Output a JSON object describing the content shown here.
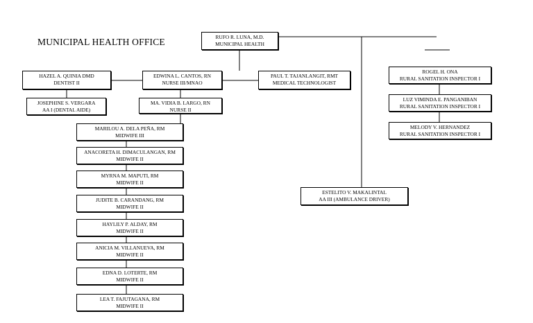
{
  "title": "MUNICIPAL HEALTH OFFICE",
  "nodes": {
    "head": {
      "name": "RUFO R. LUNA, M.D.",
      "position": "MUNICIPAL HEALTH"
    },
    "dentist": {
      "name": "HAZEL A. QUINIA DMD",
      "position": "DENTIST II"
    },
    "dental_aide": {
      "name": "JOSEPHINE S. VERGARA",
      "position": "AA I (DENTAL AIDE)"
    },
    "nurse3": {
      "name": "EDWINA L. CANTOS, RN",
      "position": "NURSE III/MNAO"
    },
    "medtech": {
      "name": "PAUL T. TAJANLANGIT, RMT",
      "position": "MEDICAL TECHNOLOGIST"
    },
    "nurse2": {
      "name": "MA. VIDIA B. LARGO, RN",
      "position": "NURSE II"
    },
    "midwives": [
      {
        "name": "MARILOU A. DELA PEÑA, RM",
        "position": "MIDWIFE III"
      },
      {
        "name": "ANACORETA H. DIMACULANGAN, RM",
        "position": "MIDWIFE II"
      },
      {
        "name": "MYRNA M. MAPUTI, RM",
        "position": "MIDWIFE II"
      },
      {
        "name": "JUDITE B. CARANDANG, RM",
        "position": "MIDWIFE II"
      },
      {
        "name": "HAYLILY P. ALDAY, RM",
        "position": "MIDWIFE II"
      },
      {
        "name": "ANICIA M. VILLANUEVA, RM",
        "position": "MIDWIFE II"
      },
      {
        "name": "EDNA D. LOTERTE, RM",
        "position": "MIDWIFE II"
      },
      {
        "name": "LEA T. FAJUTAGANA, RM",
        "position": "MIDWIFE II"
      }
    ],
    "driver": {
      "name": "ESTELITO V. MAKALINTAL",
      "position": "AA III (AMBULANCE DRIVER)"
    },
    "sanitation": [
      {
        "name": "ROGEL H. ONA",
        "position": "RURAL SANITATION INSPECTOR I"
      },
      {
        "name": "LUZ VIMINDA E. PANGANIBAN",
        "position": "RURAL SANITATION INSPECTOR I"
      },
      {
        "name": "MELODY V. HERNANDEZ",
        "position": "RURAL SANITATION INSPECTOR I"
      }
    ]
  }
}
